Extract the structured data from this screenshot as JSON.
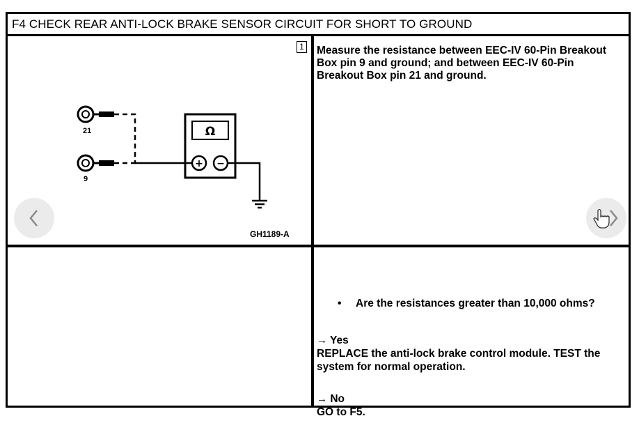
{
  "header": {
    "title": "F4 CHECK REAR ANTI-LOCK BRAKE SENSOR CIRCUIT FOR SHORT TO GROUND"
  },
  "diagram": {
    "step_number": "1",
    "pin_top_label": "21",
    "pin_bottom_label": "9",
    "meter_symbol": "Ω",
    "plus_symbol": "+",
    "minus_symbol": "−",
    "figure_code": "GH1189-A"
  },
  "instruction": {
    "text": "Measure the resistance between EEC-IV 60-Pin Breakout Box pin 9 and ground; and between EEC-IV 60-Pin Breakout Box pin 21 and ground."
  },
  "result": {
    "question": "Are the resistances greater than 10,000 ohms?",
    "bullet": "•",
    "arrow": "→",
    "yes_label": "Yes",
    "yes_action": "REPLACE the anti-lock brake control module. TEST the system for normal operation.",
    "no_label": "No",
    "no_action": "GO to F5."
  },
  "navigation": {
    "prev_icon": "chevron-left-icon",
    "next_icon": "chevron-right-icon",
    "cursor_icon": "hand-pointer-icon"
  }
}
